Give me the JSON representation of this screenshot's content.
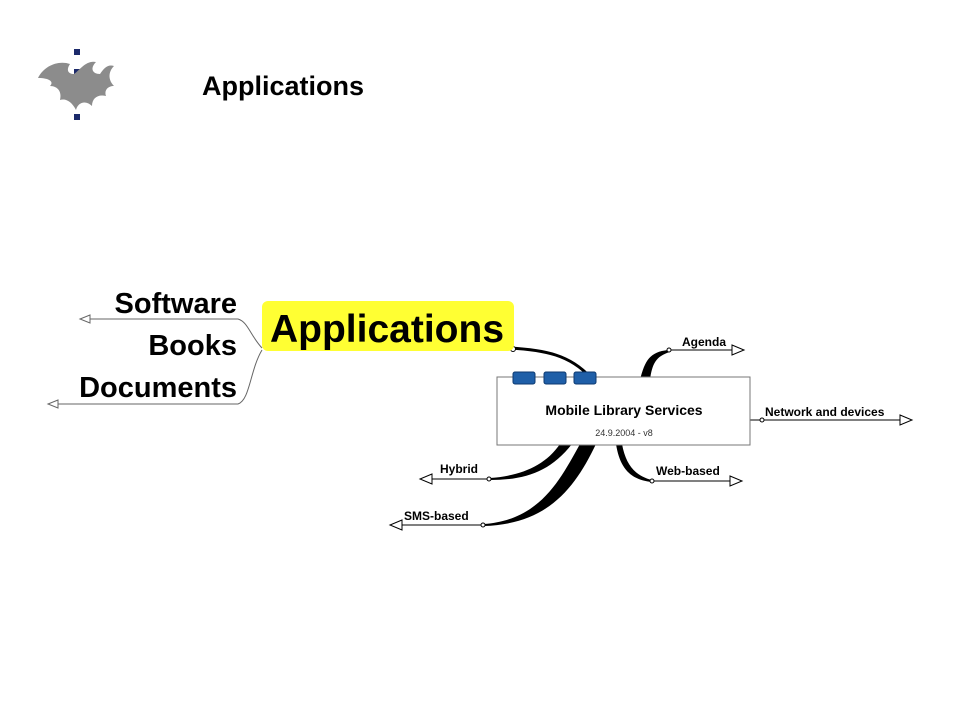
{
  "slide": {
    "title": "Applications"
  },
  "mindmap": {
    "central_topic": {
      "title": "Mobile Library Services",
      "subtitle": "24.9.2004 - v8"
    },
    "highlighted_topic": "Applications",
    "highlighted_children": [
      "Software",
      "Books",
      "Documents"
    ],
    "branches": {
      "agenda": "Agenda",
      "network": "Network and devices",
      "web": "Web-based",
      "hybrid": "Hybrid",
      "sms": "SMS-based"
    },
    "colors": {
      "highlight": "#ffff33",
      "tab": "#1f5fa8",
      "logo": "#8c8c8c",
      "logo_dots": "#1c2a6b"
    }
  }
}
